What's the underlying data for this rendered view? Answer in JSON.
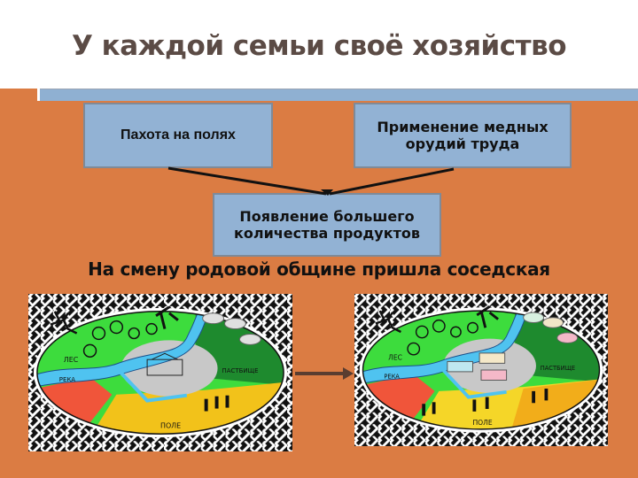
{
  "slide": {
    "title": "У каждой семьи своё хозяйство",
    "subtitle": "На смену родовой общине  пришла соседская"
  },
  "diagram": {
    "boxes": [
      {
        "id": "plowing",
        "label": "Пахота на полях"
      },
      {
        "id": "copper-tools",
        "label": "Применение медных орудий труда"
      },
      {
        "id": "more-products",
        "label": "Появление  большего количества продуктов"
      }
    ],
    "edges": [
      {
        "from": "plowing",
        "to": "more-products"
      },
      {
        "from": "copper-tools",
        "to": "more-products"
      }
    ]
  },
  "illustrations": {
    "left": {
      "description": "clan community",
      "labels": {
        "forest": "ЛЕС",
        "river": "РЕКА",
        "pasture": "ПАСТБИЩЕ",
        "field": "ПОЛЕ"
      }
    },
    "right": {
      "description": "neighbor community",
      "labels": {
        "forest": "ЛЕС",
        "river": "РЕКА",
        "pasture": "ПАСТБИЩЕ",
        "field": "ПОЛЕ"
      }
    },
    "transition_arrow": "right-arrow"
  },
  "colors": {
    "background": "#db7c43",
    "box_fill": "#92b2d4",
    "box_border": "#7f8a98",
    "title_text": "#5b4b45",
    "forest": "#3ddc3d",
    "pasture": "#1e8a2e",
    "river": "#4fc3f0",
    "field": "#f2c21a",
    "red_plot": "#f0553a",
    "village": "#c8c8c8"
  }
}
